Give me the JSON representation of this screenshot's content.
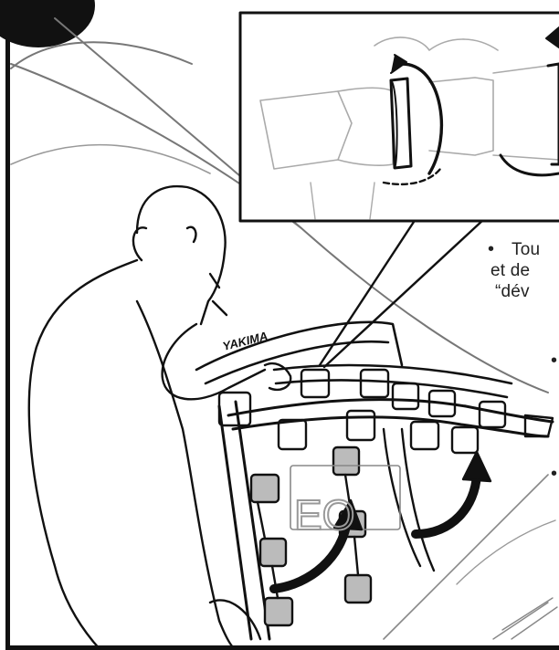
{
  "step": {
    "number": ""
  },
  "instructions": {
    "line1": "Tou",
    "line2": "et de",
    "line3": "“dév"
  },
  "brand": {
    "logo_text": "YAKIMA",
    "plate_text": "EO"
  },
  "colors": {
    "ink": "#111111",
    "paper": "#ffffff",
    "gray": "#cfcfcf"
  },
  "icons": {
    "rotate": "rotate-arrow-icon",
    "bullet": "bullet-icon"
  }
}
